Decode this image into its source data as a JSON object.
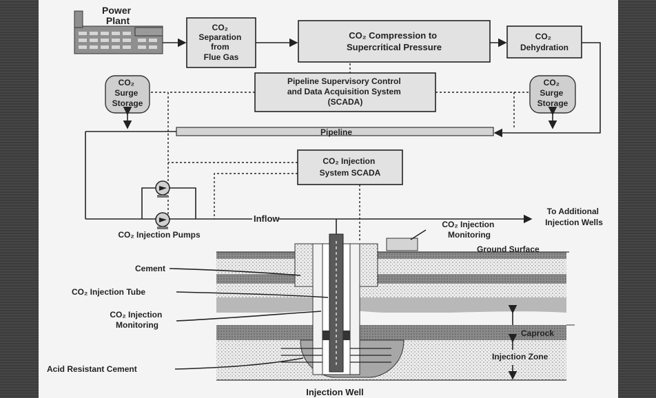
{
  "power_plant": [
    "Power",
    "Plant"
  ],
  "separation": [
    "CO₂",
    "Separation",
    "from",
    "Flue Gas"
  ],
  "compression": [
    "CO₂ Compression to",
    "Supercritical Pressure"
  ],
  "dehydration": [
    "CO₂",
    "Dehydration"
  ],
  "scada": [
    "Pipeline Supervisory Control",
    "and Data Acquisition System",
    "(SCADA)"
  ],
  "surge_left": [
    "CO₂",
    "Surge",
    "Storage"
  ],
  "surge_right": [
    "CO₂",
    "Surge",
    "Storage"
  ],
  "pipeline": "Pipeline",
  "injection_scada": [
    "CO₂ Injection",
    "System SCADA"
  ],
  "inflow": "Inflow",
  "additional_wells": [
    "To Additional",
    "Injection Wells"
  ],
  "injection_monitoring_top": [
    "CO₂ Injection",
    "Monitoring"
  ],
  "pumps": "CO₂ Injection Pumps",
  "ground_surface": "Ground Surface",
  "cement": "Cement",
  "injection_tube": "CO₂ Injection Tube",
  "injection_monitoring_well": [
    "CO₂ Injection",
    "Monitoring"
  ],
  "caprock": "Caprock",
  "injection_zone": "Injection Zone",
  "acid_cement": "Acid Resistant Cement",
  "injection_well": "Injection Well"
}
